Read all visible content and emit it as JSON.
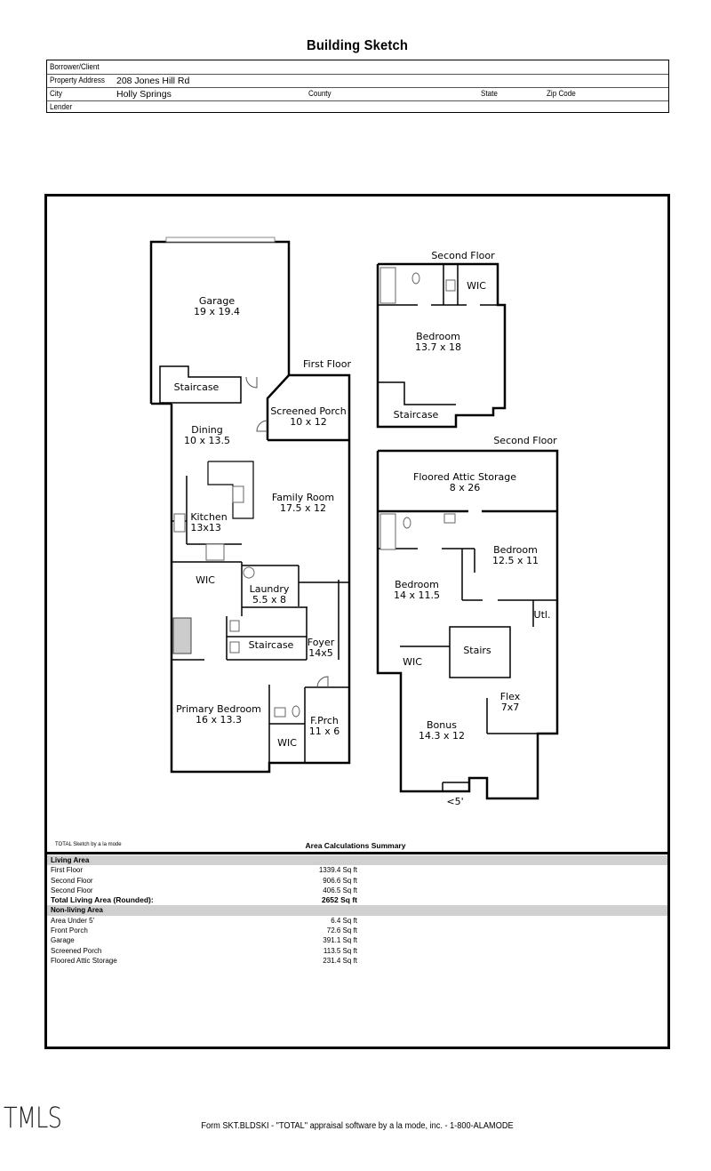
{
  "document": {
    "title": "Building Sketch",
    "header": {
      "borrower_label": "Borrower/Client",
      "borrower_value": "",
      "address_label": "Property Address",
      "address_value": "208 Jones Hill Rd",
      "city_label": "City",
      "city_value": "Holly Springs",
      "county_label": "County",
      "state_label": "State",
      "zip_label": "Zip Code",
      "lender_label": "Lender"
    },
    "floors": {
      "first_floor_label": "First Floor",
      "second_floor_label_a": "Second Floor",
      "second_floor_label_b": "Second Floor"
    },
    "rooms": {
      "garage": {
        "name": "Garage",
        "dims": "19 x 19.4"
      },
      "staircase1": {
        "name": "Staircase"
      },
      "screened_porch": {
        "name": "Screened Porch",
        "dims": "10 x 12"
      },
      "dining": {
        "name": "Dining",
        "dims": "10 x 13.5"
      },
      "family_room": {
        "name": "Family Room",
        "dims": "17.5 x 12"
      },
      "kitchen": {
        "name": "Kitchen",
        "dims": "13x13"
      },
      "wic1": {
        "name": "WIC"
      },
      "laundry": {
        "name": "Laundry",
        "dims": "5.5 x 8"
      },
      "staircase2": {
        "name": "Staircase"
      },
      "foyer": {
        "name": "Foyer",
        "dims": "14x5"
      },
      "primary_bedroom": {
        "name": "Primary Bedroom",
        "dims": "16 x 13.3"
      },
      "fprch": {
        "name": "F.Prch",
        "dims": "11 x 6"
      },
      "wic2": {
        "name": "WIC"
      },
      "bedroom_a": {
        "name": "Bedroom",
        "dims": "13.7 x 18"
      },
      "wic3": {
        "name": "WIC"
      },
      "staircase3": {
        "name": "Staircase"
      },
      "attic": {
        "name": "Floored Attic Storage",
        "dims": "8 x 26"
      },
      "bedroom_b": {
        "name": "Bedroom",
        "dims": "12.5 x 11"
      },
      "bedroom_c": {
        "name": "Bedroom",
        "dims": "14 x 11.5"
      },
      "utl": {
        "name": "Utl."
      },
      "stairs": {
        "name": "Stairs"
      },
      "wic4": {
        "name": "WIC"
      },
      "flex": {
        "name": "Flex",
        "dims": "7x7"
      },
      "bonus": {
        "name": "Bonus",
        "dims": "14.3 x 12"
      },
      "under5": {
        "name": "<5'"
      }
    },
    "summary": {
      "note": "TOTAL Sketch by a la mode",
      "title": "Area Calculations Summary",
      "living_header": "Living Area",
      "living": [
        {
          "name": "First Floor",
          "value": "1339.4 Sq ft"
        },
        {
          "name": "Second Floor",
          "value": "906.6 Sq ft"
        },
        {
          "name": "Second Floor",
          "value": "406.5 Sq ft"
        }
      ],
      "total_label": "Total Living Area (Rounded):",
      "total_value": "2652 Sq ft",
      "nonliving_header": "Non-living Area",
      "nonliving": [
        {
          "name": "Area Under 5'",
          "value": "6.4 Sq ft"
        },
        {
          "name": "Front Porch",
          "value": "72.6 Sq ft"
        },
        {
          "name": "Garage",
          "value": "391.1 Sq ft"
        },
        {
          "name": "Screened Porch",
          "value": "113.5 Sq ft"
        },
        {
          "name": "Floored Attic Storage",
          "value": "231.4 Sq ft"
        }
      ]
    },
    "footer": "Form SKT.BLDSKI - \"TOTAL\" appraisal software by a la mode, inc. - 1-800-ALAMODE",
    "watermark": "TMLS"
  }
}
